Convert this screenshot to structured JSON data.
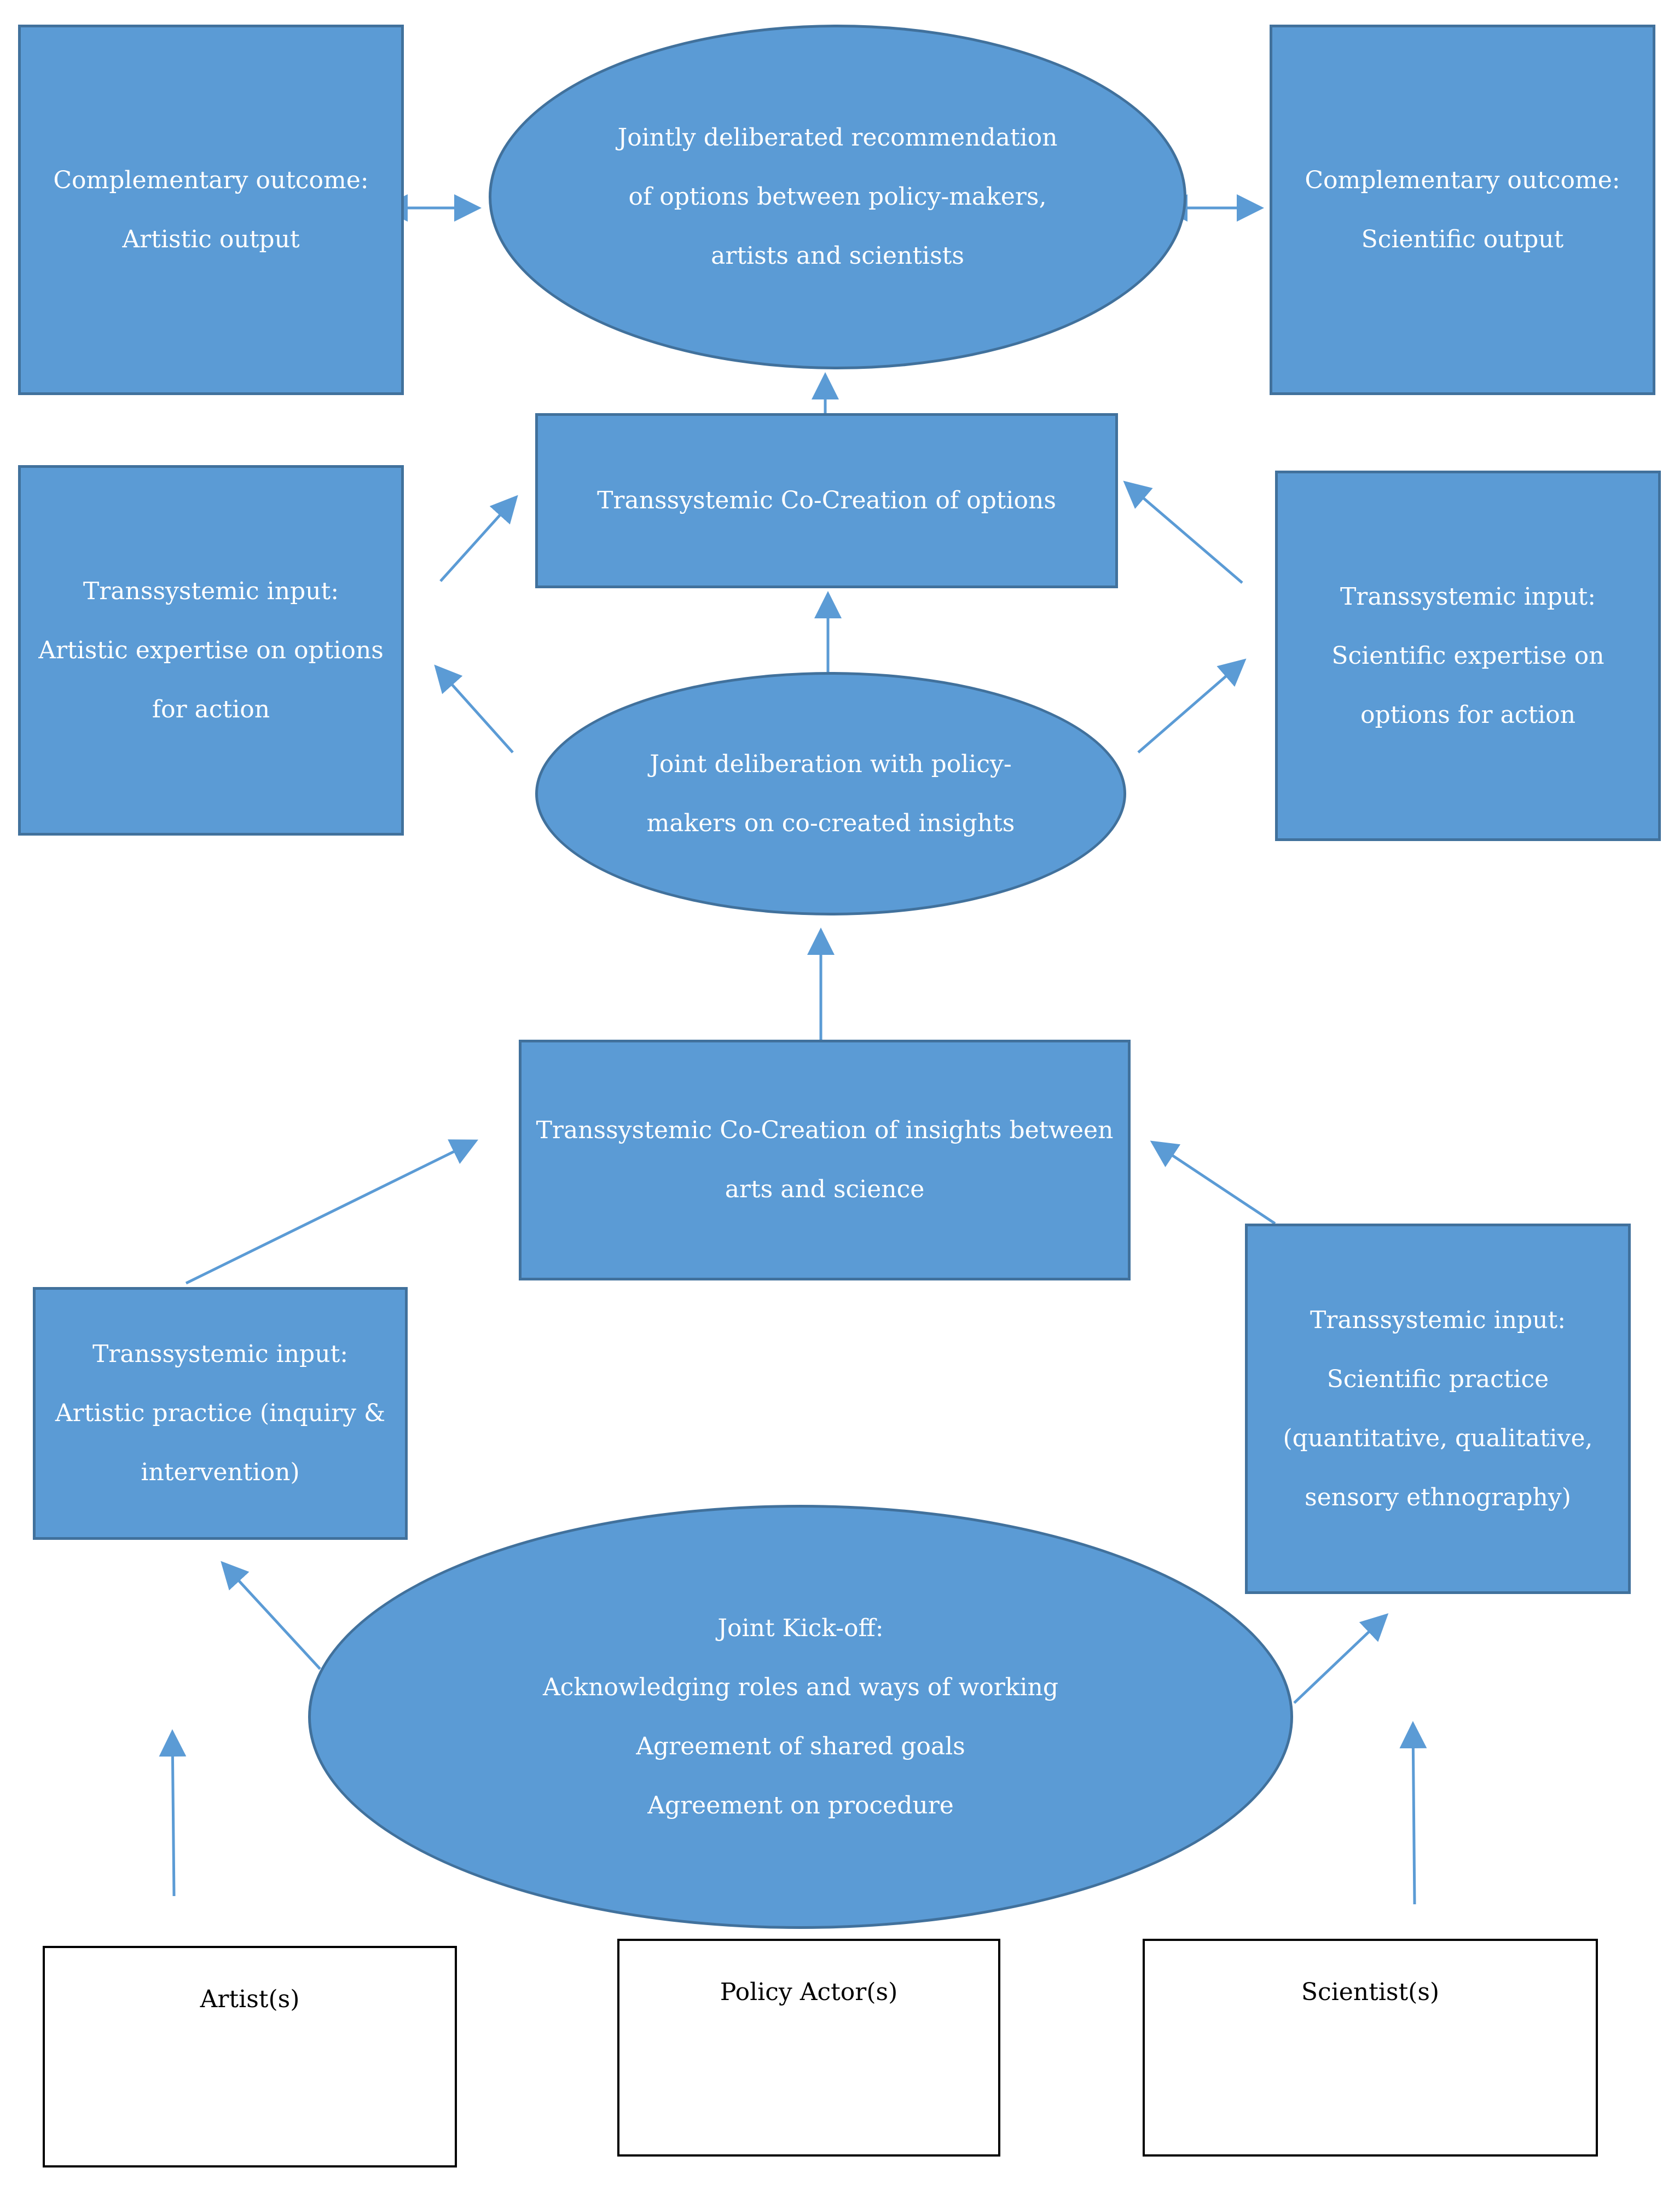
{
  "diagram": {
    "nodes": {
      "top_ellipse": {
        "lines": [
          "Jointly deliberated recommendation",
          "of options between policy-makers,",
          "artists and scientists"
        ]
      },
      "outcome_artistic": {
        "lines": [
          "Complementary outcome:",
          "Artistic output"
        ]
      },
      "outcome_scientific": {
        "lines": [
          "Complementary outcome:",
          "Scientific output"
        ]
      },
      "cocreation_options": {
        "lines": [
          "Transsystemic Co-Creation of options"
        ]
      },
      "input_artistic_expertise": {
        "lines": [
          "Transsystemic input:",
          "Artistic expertise on options",
          "for action"
        ]
      },
      "input_scientific_expertise": {
        "lines": [
          "Transsystemic input:",
          "Scientific expertise on",
          "options for action"
        ]
      },
      "joint_deliberation": {
        "lines": [
          "Joint deliberation with policy-",
          "makers on co-created insights"
        ]
      },
      "cocreation_insights": {
        "lines": [
          "Transsystemic Co-Creation of insights between",
          "arts and science"
        ]
      },
      "input_artistic_practice": {
        "lines": [
          "Transsystemic input:",
          "Artistic practice (inquiry &",
          "intervention)"
        ]
      },
      "input_scientific_practice": {
        "lines": [
          "Transsystemic input:",
          "Scientific practice",
          "(quantitative, qualitative,",
          "sensory ethnography)"
        ]
      },
      "joint_kickoff": {
        "lines": [
          "Joint Kick-off:",
          "Acknowledging roles and ways of working",
          "Agreement of shared goals",
          "Agreement on procedure"
        ]
      },
      "actor_artists": {
        "lines": [
          "Artist(s)"
        ]
      },
      "actor_policy": {
        "lines": [
          "Policy Actor(s)"
        ]
      },
      "actor_scientists": {
        "lines": [
          "Scientist(s)"
        ]
      }
    },
    "colors": {
      "node_fill": "#5b9bd5",
      "node_border": "#41719c",
      "arrow": "#5b9bd5",
      "node_text": "#ffffff",
      "actor_border": "#000000"
    }
  }
}
